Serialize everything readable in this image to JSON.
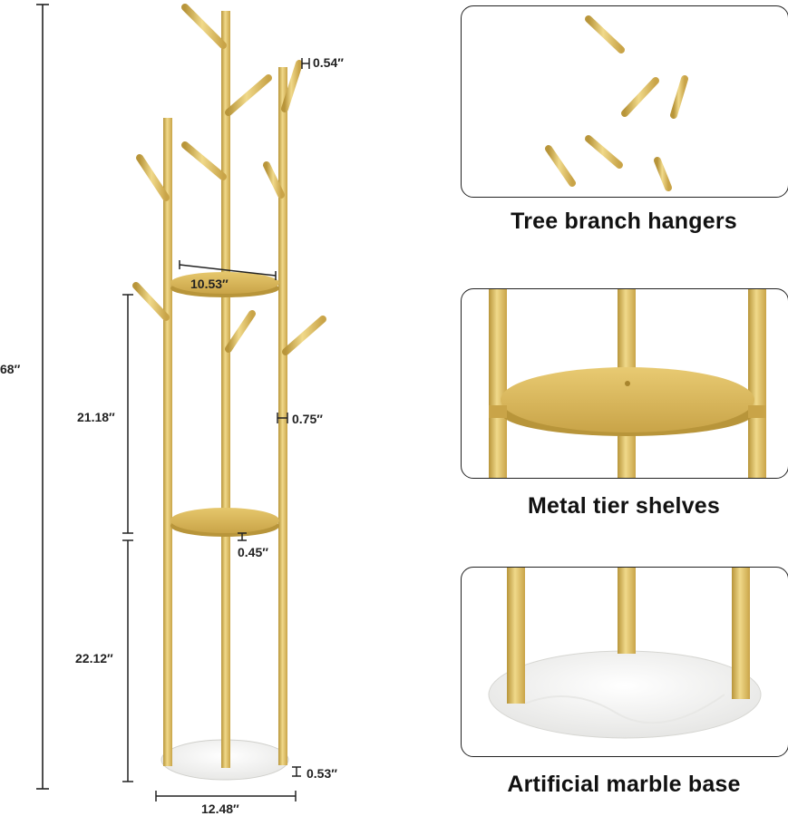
{
  "dimensions": {
    "height_total": "68″",
    "branch_width": "0.54″",
    "shelf_diameter": "10.53″",
    "upper_section": "21.18″",
    "pole_diameter": "0.75″",
    "shelf_thickness": "0.45″",
    "lower_section": "22.12″",
    "base_thickness": "0.53″",
    "base_diameter": "12.48″"
  },
  "features": [
    {
      "caption": "Tree branch hangers"
    },
    {
      "caption": "Metal tier shelves"
    },
    {
      "caption": "Artificial marble base"
    }
  ],
  "colors": {
    "gold": "#d8b85a",
    "gold_dark": "#b8953a",
    "marble": "#f4f4f2",
    "line": "#222222"
  }
}
